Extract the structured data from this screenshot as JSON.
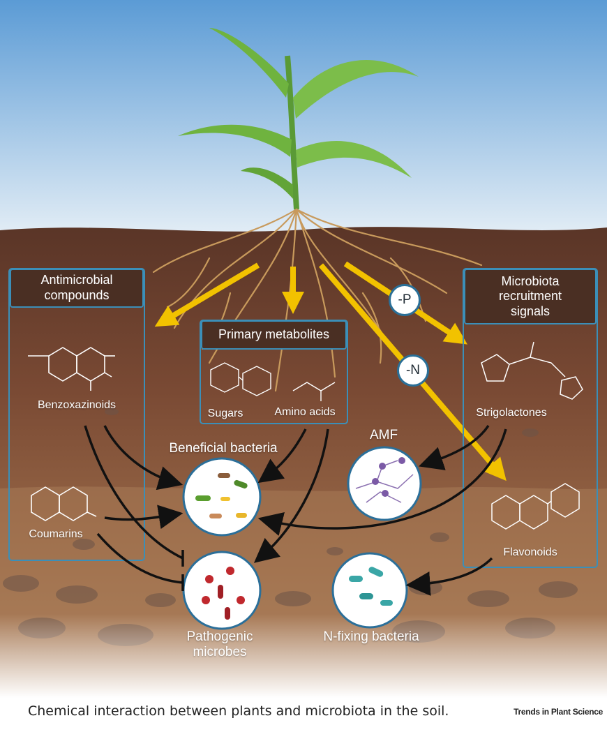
{
  "boxes": {
    "antimicrobial": "Antimicrobial\ncompounds",
    "primary": "Primary metabolites",
    "microbiota": "Microbiota\nrecruitment\nsignals"
  },
  "compounds": {
    "benzoxazinoids": "Benzoxazinoids",
    "coumarins": "Coumarins",
    "sugars": "Sugars",
    "amino_acids": "Amino acids",
    "strigolactones": "Strigolactones",
    "flavonoids": "Flavonoids"
  },
  "microbes": {
    "beneficial": "Beneficial bacteria",
    "amf": "AMF",
    "pathogenic": "Pathogenic\nmicrobes",
    "nfixing": "N-fixing bacteria"
  },
  "badges": {
    "phosphate": "-P",
    "nitrogen": "-N"
  },
  "caption": "Chemical interaction between plants and microbiota in the soil.",
  "journal": "Trends in Plant Science",
  "colors": {
    "sky_top": "#5b9bd5",
    "sky_bottom": "#e4eef6",
    "soil_dark": "#5a3527",
    "soil_mid": "#7a4a34",
    "soil_light": "#a0724f",
    "box_border": "#3b8fb8",
    "arrow_yellow": "#f2c200",
    "leaf": "#6fb33f",
    "root": "#c89a5c"
  }
}
